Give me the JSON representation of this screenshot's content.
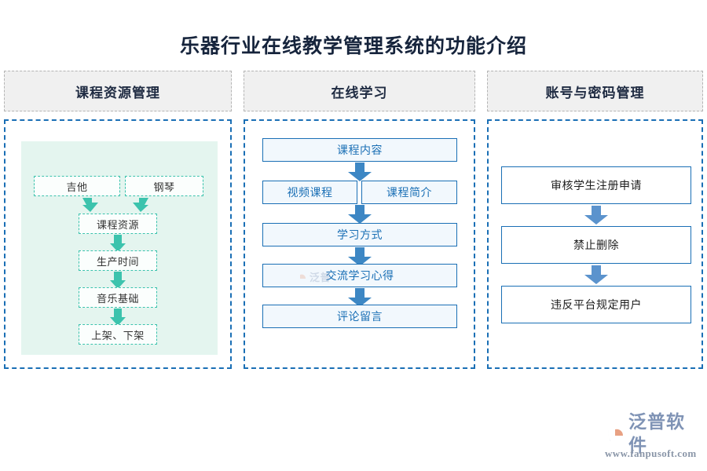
{
  "page": {
    "title": "乐器行业在线教学管理系统的功能介绍",
    "title_color": "#16243c",
    "background": "#ffffff"
  },
  "theme": {
    "teal": "#3cc3ad",
    "mint_panel": "#e4f5ef",
    "blue": "#1a6fb5",
    "blue_arrow": "#5b93cd",
    "blue_fill": "#f2f8fd",
    "header_fill": "#f0f0f0",
    "header_border": "#b4b4b4"
  },
  "columns": [
    {
      "id": "course-resource-management",
      "header": "课程资源管理",
      "style": "teal-dashed",
      "nodes": [
        {
          "label": "吉他",
          "name": "node-guitar"
        },
        {
          "label": "钢琴",
          "name": "node-piano"
        },
        {
          "label": "课程资源",
          "name": "node-course-resource"
        },
        {
          "label": "生产时间",
          "name": "node-production-time"
        },
        {
          "label": "音乐基础",
          "name": "node-music-basics"
        },
        {
          "label": "上架、下架",
          "name": "node-list-unlist"
        }
      ]
    },
    {
      "id": "online-learning",
      "header": "在线学习",
      "style": "blue-solid-filled",
      "nodes": [
        {
          "label": "课程内容",
          "name": "node-course-content"
        },
        {
          "label": "视频课程",
          "name": "node-video-course"
        },
        {
          "label": "课程简介",
          "name": "node-course-intro"
        },
        {
          "label": "学习方式",
          "name": "node-learning-method"
        },
        {
          "label": "交流学习心得",
          "name": "node-share-experience"
        },
        {
          "label": "评论留言",
          "name": "node-comments"
        }
      ]
    },
    {
      "id": "account-password-management",
      "header": "账号与密码管理",
      "style": "blue-solid-plain",
      "nodes": [
        {
          "label": "审核学生注册申请",
          "name": "node-review-registration"
        },
        {
          "label": "禁止删除",
          "name": "node-prohibit-deletion"
        },
        {
          "label": "违反平台规定用户",
          "name": "node-rule-violating-users"
        }
      ]
    }
  ],
  "brand": {
    "name": "泛普软件",
    "url": "www.fanpusoft.com",
    "name_color": "#7f93b5",
    "url_color": "#8a96a8",
    "mark_color": "#7f93b5",
    "mark_accent": "#e8a183"
  }
}
